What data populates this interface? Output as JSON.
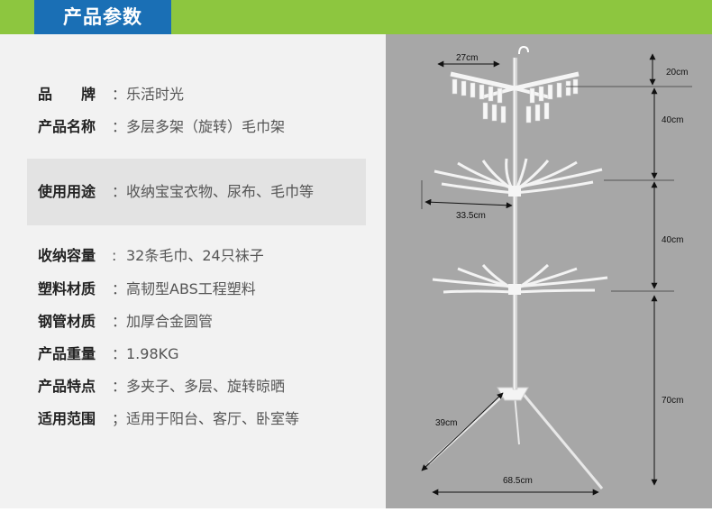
{
  "header": {
    "title": "产品参数"
  },
  "specs": [
    {
      "label": "品　　牌",
      "sep": "：",
      "value": "乐活时光"
    },
    {
      "label": "产品名称",
      "sep": "：",
      "value": "多层多架（旋转）毛巾架"
    },
    {
      "label": "使用用途",
      "sep": "：",
      "value": "收纳宝宝衣物、尿布、毛巾等"
    },
    {
      "label": "收纳容量",
      "sep": ":",
      "value": "32条毛巾、24只袜子"
    },
    {
      "label": "塑料材质",
      "sep": "：",
      "value": "高韧型ABS工程塑料"
    },
    {
      "label": "钢管材质",
      "sep": "：",
      "value": "加厚合金圆管"
    },
    {
      "label": "产品重量",
      "sep": "：",
      "value": "1.98KG"
    },
    {
      "label": "产品特点",
      "sep": "：",
      "value": "多夹子、多层、旋转晾晒"
    },
    {
      "label": "适用范围",
      "sep": "；",
      "value": "适用于阳台、客厅、卧室等"
    }
  ],
  "dimensions": {
    "clip_width": "27cm",
    "clip_height": "20cm",
    "tier1_height": "40cm",
    "tier2_height": "40cm",
    "tier_width": "33.5cm",
    "base_height": "70cm",
    "leg_length": "39cm",
    "base_width": "68.5cm"
  },
  "colors": {
    "header_green": "#8dc63f",
    "title_blue": "#1a6fb5",
    "left_bg": "#f2f2f2",
    "right_bg": "#a7a7a7"
  }
}
